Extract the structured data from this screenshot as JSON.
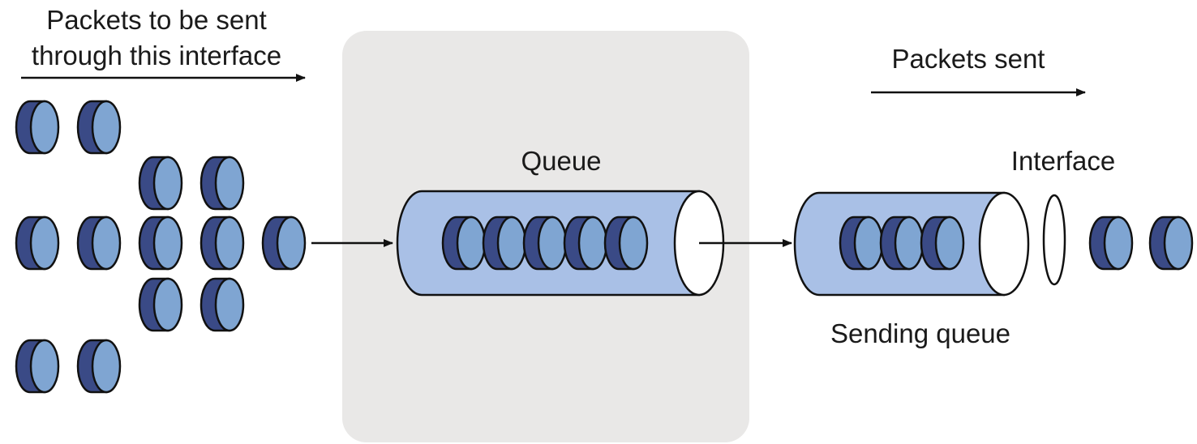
{
  "labels": {
    "incoming_line1": "Packets to be sent",
    "incoming_line2": "through this interface",
    "packets_sent": "Packets sent",
    "queue": "Queue",
    "interface": "Interface",
    "sending_queue": "Sending queue"
  },
  "colors": {
    "packet_dark": "#3a4a86",
    "packet_light": "#7fa5d2",
    "tube_fill": "#a9c0e6",
    "panel_fill": "#e9e8e7",
    "outline": "#111111",
    "text": "#1a1a1a"
  }
}
